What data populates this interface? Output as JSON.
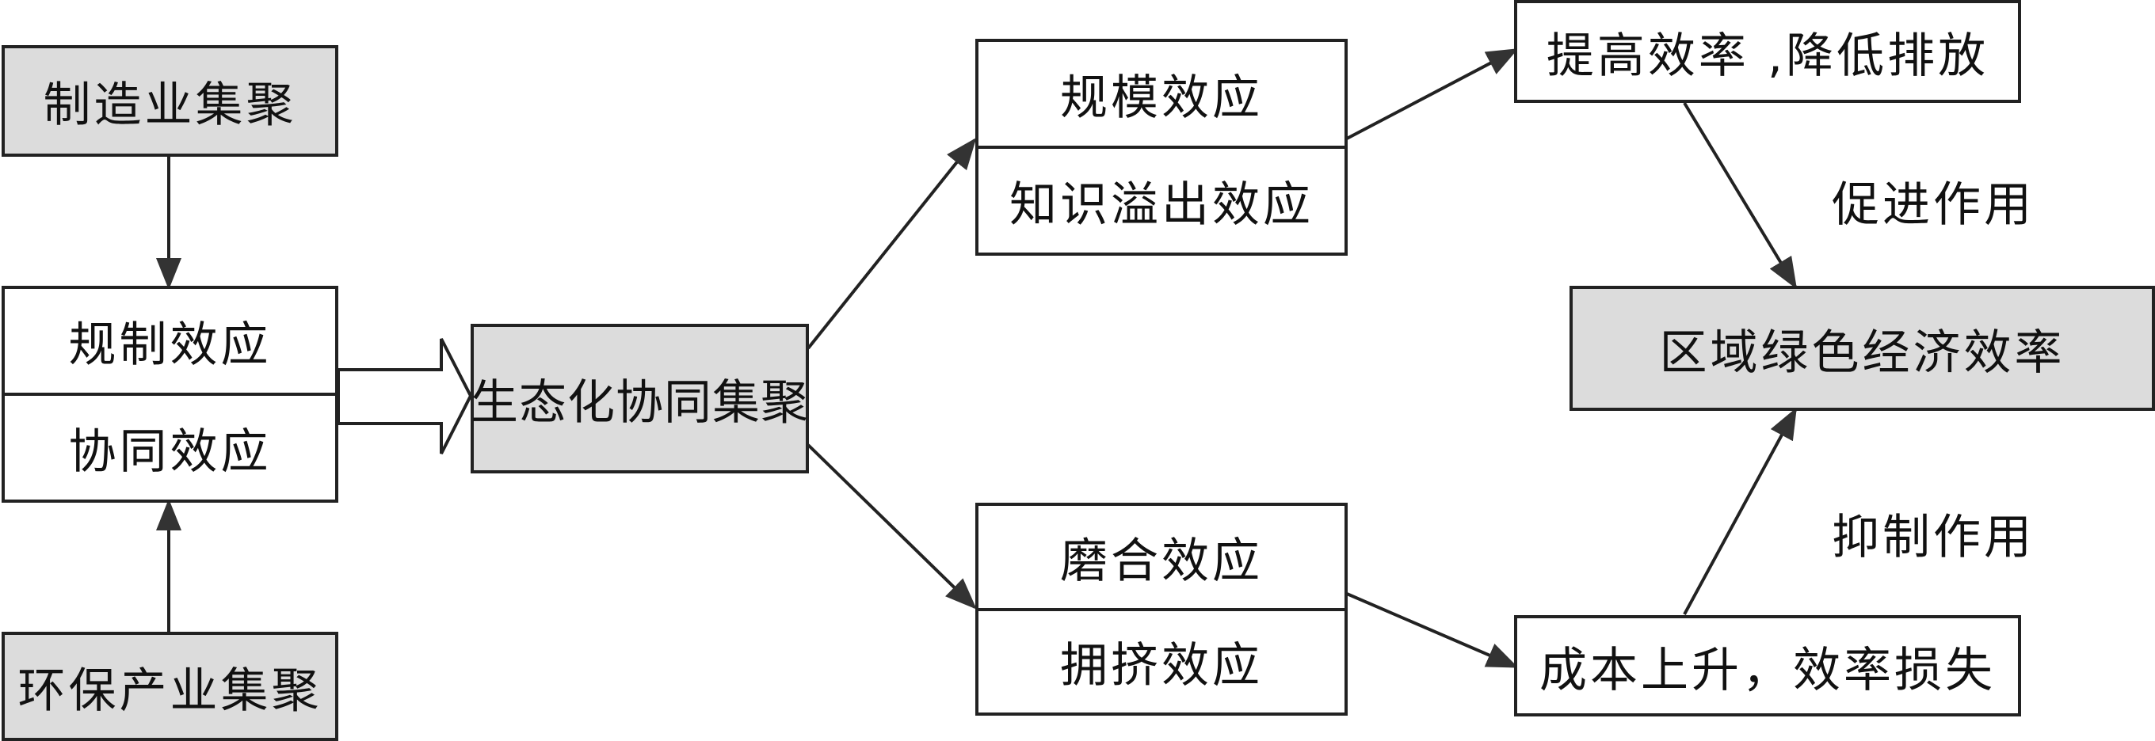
{
  "inputs": {
    "manufacturing": "制造业集聚",
    "environmental": "环保产业集聚"
  },
  "effects_left": {
    "regulation": "规制效应",
    "synergy": "协同效应"
  },
  "center": "生态化协同集聚",
  "upper_effects": {
    "scale": "规模效应",
    "knowledge": "知识溢出效应"
  },
  "lower_effects": {
    "friction": "磨合效应",
    "crowding": "拥挤效应"
  },
  "outcomes": {
    "positive": "提高效率 ,降低排放",
    "negative": "成本上升，效率损失"
  },
  "target": "区域绿色经济效率",
  "edge_labels": {
    "promote": "促进作用",
    "inhibit": "抑制作用"
  }
}
